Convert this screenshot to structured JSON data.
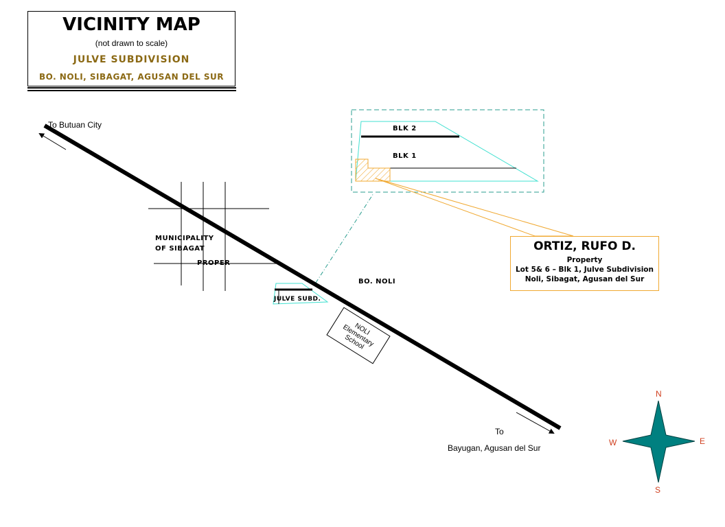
{
  "title_block": {
    "title": "VICINITY MAP",
    "note": "(not drawn to scale)",
    "subdivision": "JULVE SUBDIVISION",
    "location": "BO. NOLI, SIBAGAT, AGUSAN DEL SUR"
  },
  "road": {
    "to_north_label": "To  Butuan City",
    "to_south_label_1": "To",
    "to_south_label_2": "Bayugan, Agusan del  Sur"
  },
  "places": {
    "municipality_line1": "MUNICIPALITY",
    "municipality_line2": "OF SIBAGAT",
    "municipality_line3": "PROPER",
    "barangay": "BO. NOLI",
    "subdivision_label": "JULVE SUBD.",
    "school_line1": "NOLI",
    "school_line2": "Elementary",
    "school_line3": "School"
  },
  "inset": {
    "block2": "BLK 2",
    "block1": "BLK 1"
  },
  "owner": {
    "name": "ORTIZ, RUFO D.",
    "line1": "Property",
    "line2": "Lot 5& 6 – Blk 1, Julve Subdivision",
    "line3": "Noli, Sibagat, Agusan del Sur"
  },
  "compass": {
    "n": "N",
    "s": "S",
    "e": "E",
    "w": "W"
  },
  "colors": {
    "subdivision_outline": "#40e0d0",
    "inset_border": "#2a9d8f",
    "lot_highlight": "#f0a830",
    "compass_fill": "#008080",
    "title_accent": "#8b6914",
    "compass_text": "#d04020"
  }
}
